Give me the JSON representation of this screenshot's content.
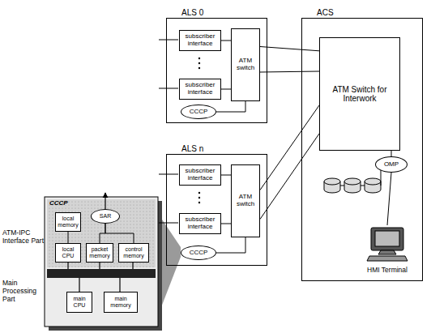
{
  "diagram": {
    "nodes": [
      {
        "text": [
          "ALS 0"
        ]
      },
      {
        "text": [
          "subscriber interface"
        ],
        "in": 0
      },
      {
        "text": [
          "subscriber interface"
        ],
        "in": 0
      },
      {
        "text": [
          "ATM switch"
        ],
        "in": 0
      },
      {
        "text": [
          "CCCP"
        ],
        "in": 0
      },
      {
        "text": [
          "ALS n"
        ]
      },
      {
        "text": [
          "subscriber interface"
        ],
        "in": 5
      },
      {
        "text": [
          "subscriber interface"
        ],
        "in": 5
      },
      {
        "text": [
          "ATM switch"
        ],
        "in": 5
      },
      {
        "text": [
          "CCCP"
        ],
        "in": 5
      },
      {
        "text": [
          "ACS"
        ]
      },
      {
        "text": [
          "ATM Switch for Interwork"
        ],
        "in": 10
      },
      {
        "text": [
          "OMP"
        ],
        "in": 10
      },
      {
        "text": [
          "HMI Terminal"
        ]
      },
      {
        "text": [
          "CCCP"
        ]
      },
      {
        "text": [
          "local memory"
        ],
        "in": 14
      },
      {
        "text": [
          "SAR"
        ],
        "in": 14
      },
      {
        "text": [
          "local CPU"
        ],
        "in": 14
      },
      {
        "text": [
          "packet memory"
        ],
        "in": 14
      },
      {
        "text": [
          "control memory"
        ],
        "in": 14
      },
      {
        "text": [
          "main CPU"
        ],
        "in": 14
      },
      {
        "text": [
          "main memory"
        ],
        "in": 14
      }
    ],
    "edges": [
      {
        "from": 1,
        "to": 3,
        "arrow": "none"
      },
      {
        "from": 2,
        "to": 3,
        "arrow": "none"
      },
      {
        "from": 4,
        "to": 3,
        "arrow": "none"
      },
      {
        "from": 6,
        "to": 8,
        "arrow": "none"
      },
      {
        "from": 7,
        "to": 8,
        "arrow": "none"
      },
      {
        "from": 9,
        "to": 8,
        "arrow": "none"
      },
      {
        "from": 3,
        "to": 11,
        "arrow": "none"
      },
      {
        "from": 3,
        "to": 11,
        "arrow": "none"
      },
      {
        "from": 8,
        "to": 11,
        "arrow": "none"
      },
      {
        "from": 8,
        "to": 11,
        "arrow": "none"
      },
      {
        "from": 11,
        "to": 12,
        "arrow": "none"
      },
      {
        "from": 12,
        "to": 13,
        "arrow": "none"
      },
      {
        "from": 15,
        "to": 17,
        "arrow": "none"
      },
      {
        "from": 16,
        "to": 18,
        "arrow": "none"
      },
      {
        "from": 16,
        "to": 19,
        "arrow": "none"
      }
    ],
    "labels": [
      "ATM-IPC Interface Part",
      "Main Processing Part"
    ]
  }
}
